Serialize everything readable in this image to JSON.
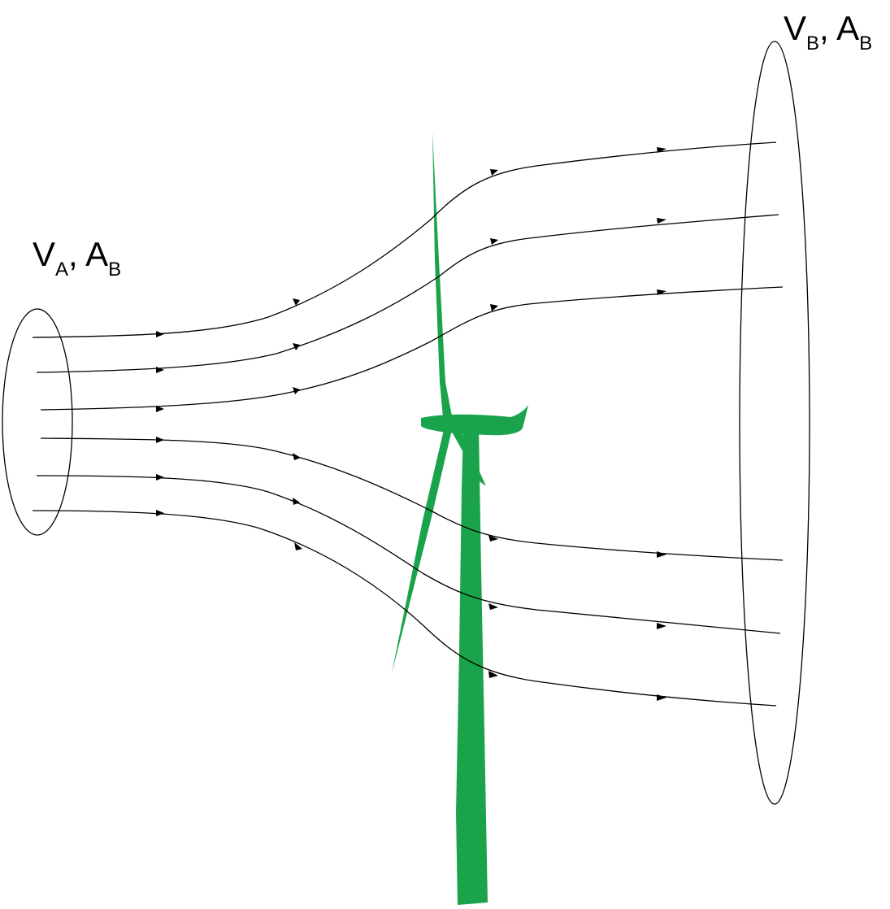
{
  "labels": {
    "inlet": {
      "v": "V",
      "v_sub": "A",
      "sep": ", ",
      "a": "A",
      "a_sub": "B"
    },
    "outlet": {
      "v": "V",
      "v_sub": "B",
      "sep": ", ",
      "a": "A",
      "a_sub": "B"
    }
  },
  "colors": {
    "turbine": "#1aa34a",
    "stroke": "#000000",
    "background": "#ffffff"
  },
  "streamline_count": 6
}
